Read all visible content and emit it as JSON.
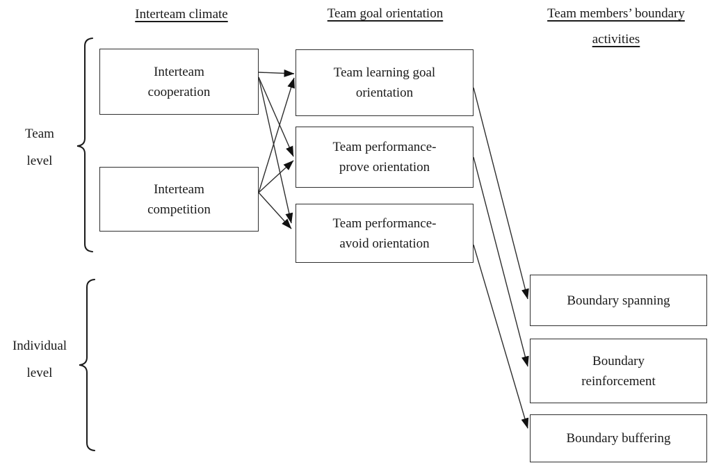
{
  "diagram": {
    "headers": [
      {
        "id": "interteam-climate",
        "label": "Interteam climate"
      },
      {
        "id": "team-goal-orientation",
        "label": "Team goal orientation"
      },
      {
        "id": "team-members-boundary-activities",
        "label": "Team members’ boundary activities"
      }
    ],
    "group_labels": [
      {
        "id": "team-level",
        "label": "Team\nlevel"
      },
      {
        "id": "individual-level",
        "label": "Individual\nlevel"
      }
    ],
    "nodes": [
      {
        "id": "interteam-cooperation",
        "label": "Interteam\ncooperation",
        "column": "interteam-climate",
        "level": "team"
      },
      {
        "id": "interteam-competition",
        "label": "Interteam\ncompetition",
        "column": "interteam-climate",
        "level": "team"
      },
      {
        "id": "team-learning-goal-orientation",
        "label": "Team learning goal\norientation",
        "column": "team-goal-orientation",
        "level": "team"
      },
      {
        "id": "team-performance-prove-orientation",
        "label": "Team performance-\nprove orientation",
        "column": "team-goal-orientation",
        "level": "team"
      },
      {
        "id": "team-performance-avoid-orientation",
        "label": "Team performance-\navoid orientation",
        "column": "team-goal-orientation",
        "level": "team"
      },
      {
        "id": "boundary-spanning",
        "label": "Boundary spanning",
        "column": "team-members-boundary-activities",
        "level": "individual"
      },
      {
        "id": "boundary-reinforcement",
        "label": "Boundary\nreinforcement",
        "column": "team-members-boundary-activities",
        "level": "individual"
      },
      {
        "id": "boundary-buffering",
        "label": "Boundary buffering",
        "column": "team-members-boundary-activities",
        "level": "individual"
      }
    ],
    "edges": [
      {
        "from": "interteam-cooperation",
        "to": "team-learning-goal-orientation"
      },
      {
        "from": "interteam-cooperation",
        "to": "team-performance-prove-orientation"
      },
      {
        "from": "interteam-cooperation",
        "to": "team-performance-avoid-orientation"
      },
      {
        "from": "interteam-competition",
        "to": "team-learning-goal-orientation"
      },
      {
        "from": "interteam-competition",
        "to": "team-performance-prove-orientation"
      },
      {
        "from": "interteam-competition",
        "to": "team-performance-avoid-orientation"
      },
      {
        "from": "team-learning-goal-orientation",
        "to": "boundary-spanning"
      },
      {
        "from": "team-performance-prove-orientation",
        "to": "boundary-reinforcement"
      },
      {
        "from": "team-performance-avoid-orientation",
        "to": "boundary-buffering"
      }
    ],
    "colors": {
      "background": "#ffffff",
      "text": "#1a1a1a",
      "line": "#2e2e2e",
      "arrowhead": "#111111"
    }
  }
}
